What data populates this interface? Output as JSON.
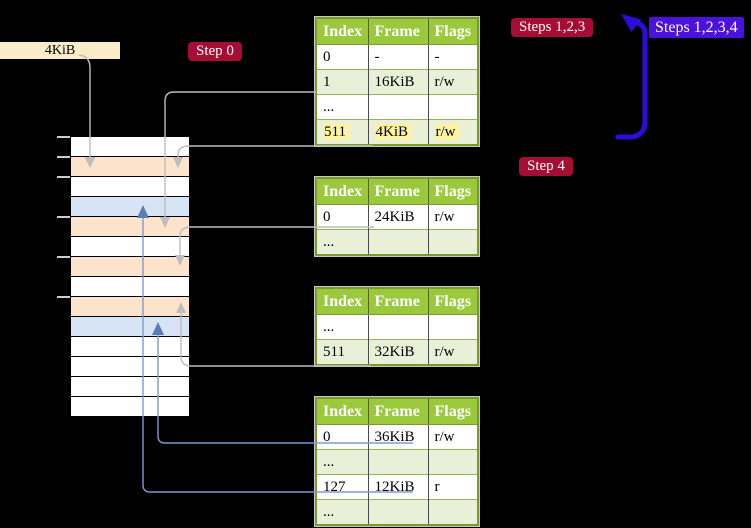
{
  "colors": {
    "background": "#000000",
    "table_header_bg": "#9aca3c",
    "table_border": "#7a9a2e",
    "row_shade": "#e9f0d7",
    "highlight": "#fdf3a1",
    "mem_label_bg": "#faecc8",
    "mem_peach": "#fce4cc",
    "mem_blue": "#d7e4f5",
    "badge_red": "#a60d33",
    "badge_blue": "#4b11dd",
    "arrow_blue": "#2e0bd8",
    "connector_gray": "#bdbdbd",
    "connector_blue": "#7e9bd0",
    "connector_blue_head": "#5d7cb5"
  },
  "labels": {
    "page_size": "4KiB",
    "step0": "Step 0",
    "steps123": "Steps 1,2,3",
    "steps1234": "Steps 1,2,3,4",
    "step4": "Step 4"
  },
  "memory": {
    "rows": [
      "white",
      "peach",
      "white",
      "blue",
      "peach",
      "white",
      "peach",
      "white",
      "peach",
      "blue",
      "white",
      "white",
      "white",
      "white"
    ]
  },
  "tables": [
    {
      "headers": [
        "Index",
        "Frame",
        "Flags"
      ],
      "rows": [
        {
          "cells": [
            "0",
            "-",
            "-"
          ]
        },
        {
          "cells": [
            "1",
            "16KiB",
            "r/w"
          ]
        },
        {
          "cells": [
            "...",
            "",
            ""
          ]
        },
        {
          "cells": [
            "511",
            "4KiB",
            "r/w"
          ],
          "highlighted": true
        }
      ]
    },
    {
      "headers": [
        "Index",
        "Frame",
        "Flags"
      ],
      "rows": [
        {
          "cells": [
            "0",
            "24KiB",
            "r/w"
          ]
        },
        {
          "cells": [
            "...",
            "",
            ""
          ]
        }
      ]
    },
    {
      "headers": [
        "Index",
        "Frame",
        "Flags"
      ],
      "rows": [
        {
          "cells": [
            "...",
            "",
            ""
          ]
        },
        {
          "cells": [
            "511",
            "32KiB",
            "r/w"
          ]
        }
      ]
    },
    {
      "headers": [
        "Index",
        "Frame",
        "Flags"
      ],
      "rows": [
        {
          "cells": [
            "0",
            "36KiB",
            "r/w"
          ]
        },
        {
          "cells": [
            "...",
            "",
            ""
          ]
        },
        {
          "cells": [
            "127",
            "12KiB",
            "r"
          ]
        },
        {
          "cells": [
            "...",
            "",
            ""
          ]
        }
      ]
    }
  ]
}
